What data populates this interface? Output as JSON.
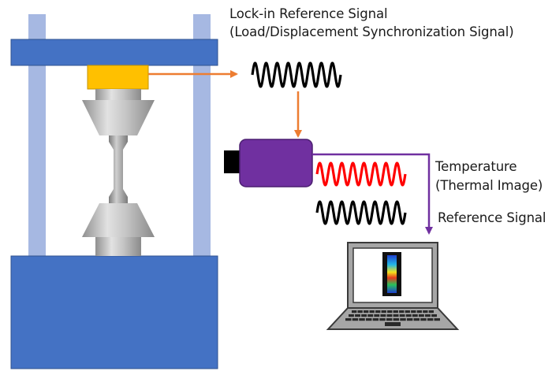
{
  "labels": {
    "lockin_title": "Lock-in Reference Signal",
    "lockin_subtitle": "(Load/Displacement Synchronization Signal)",
    "temperature": "Temperature",
    "thermal_image": "(Thermal Image)",
    "reference_signal": "Reference Signal"
  },
  "colors": {
    "frame_blue": "#4472c4",
    "column_blue": "#a6b8e2",
    "load_cell_yellow": "#ffc000",
    "arrow_orange": "#ed7d31",
    "camera_purple": "#7030a0",
    "temperature_wave_red": "#ff0000",
    "reference_wave_black": "#000000",
    "laptop_gray": "#a6a6a6"
  }
}
